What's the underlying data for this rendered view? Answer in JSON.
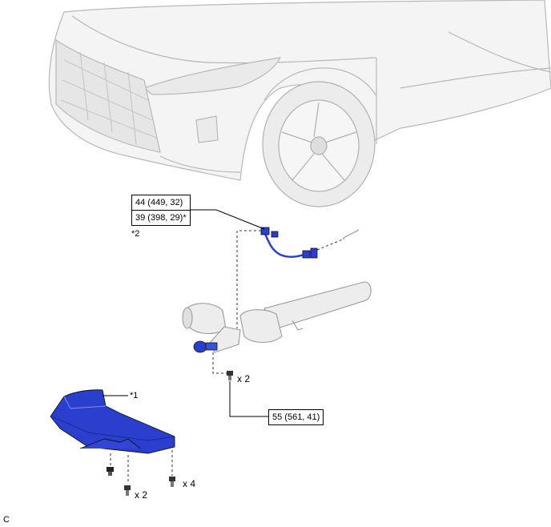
{
  "torque_top": {
    "line1": "44 (449, 32)",
    "line2": "39 (398, 29)*"
  },
  "torque_bottom": {
    "value": "55 (561, 41)"
  },
  "callouts": {
    "marker_2": "*2",
    "marker_1": "*1"
  },
  "quantities": {
    "bolts_sensor": "x 2",
    "bolts_right": "x 4",
    "bolts_left": "x 2"
  },
  "corner_code": "C",
  "colors": {
    "part_blue": "#2b3fcf",
    "outline": "#b8b8b8",
    "line": "#000000"
  }
}
